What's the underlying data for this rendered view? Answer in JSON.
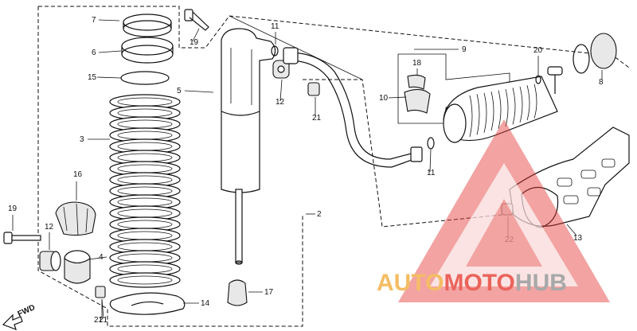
{
  "diagram": {
    "callouts": [
      "7",
      "19",
      "6",
      "15",
      "5",
      "11",
      "12",
      "3",
      "21",
      "16",
      "19",
      "12",
      "4",
      "21",
      "14",
      "17",
      "2",
      "9",
      "18",
      "10",
      "20",
      "8",
      "11",
      "21",
      "22",
      "13"
    ],
    "fwd_label": "FWD"
  },
  "watermark": {
    "part1": "AUTO",
    "part2": "MOTO",
    "part3": "HUB",
    "colors": {
      "auto": "#f3b24a",
      "moto": "#e8483f",
      "hub": "#9a9a9a",
      "triangle": "#e23a36"
    }
  }
}
